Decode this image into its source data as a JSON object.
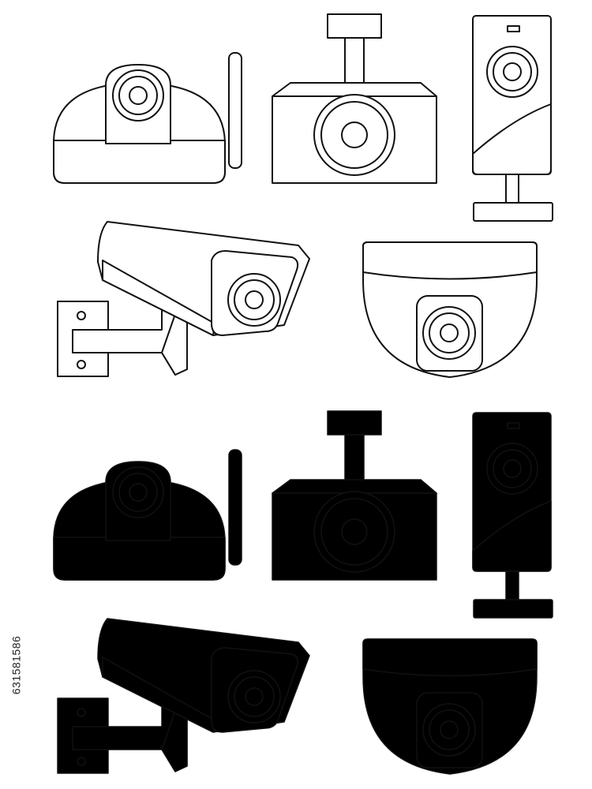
{
  "image": {
    "stock_id": "631581586",
    "palette": {
      "outline": "#111111",
      "fill_white": "#ffffff",
      "dark": "#1a1a1a",
      "mid_dark": "#3d3d3d",
      "mid": "#8c8c8c",
      "light": "#a6a6a6",
      "lens_inner": "#bdbdbd"
    },
    "outline_set": [
      {
        "name": "wireless-dome-camera",
        "style": "outline"
      },
      {
        "name": "ceiling-box-camera",
        "style": "outline"
      },
      {
        "name": "desktop-ip-camera",
        "style": "outline"
      },
      {
        "name": "wall-bullet-camera",
        "style": "outline"
      },
      {
        "name": "ceiling-dome-camera",
        "style": "outline"
      }
    ],
    "filled_set": [
      {
        "name": "wireless-dome-camera",
        "style": "filled"
      },
      {
        "name": "ceiling-box-camera",
        "style": "filled"
      },
      {
        "name": "desktop-ip-camera",
        "style": "filled"
      },
      {
        "name": "wall-bullet-camera",
        "style": "filled"
      },
      {
        "name": "ceiling-dome-camera",
        "style": "filled"
      }
    ]
  }
}
